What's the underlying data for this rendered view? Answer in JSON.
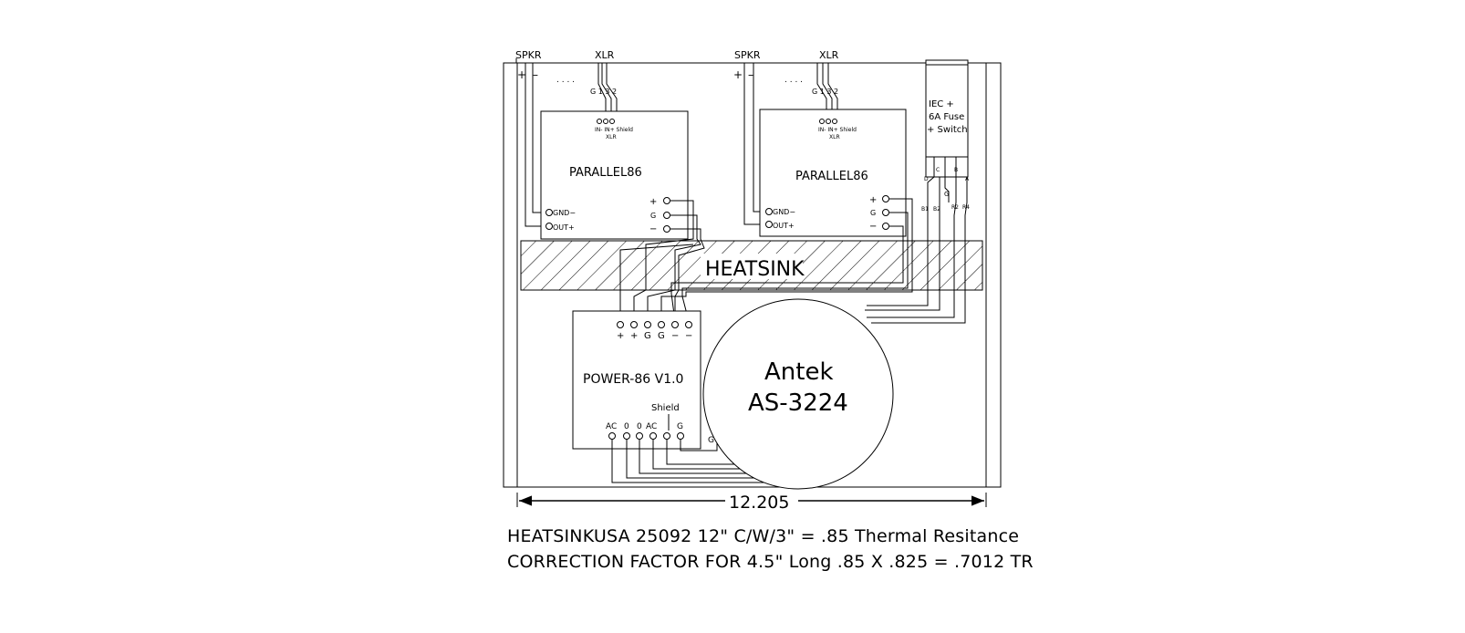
{
  "top_labels": {
    "left_spkr": "SPKR",
    "left_xlr": "XLR",
    "right_spkr": "SPKR",
    "right_xlr": "XLR",
    "plus": "+",
    "minus": "–",
    "xlr_pins": "G  1  3  2",
    "dots": ". . . ."
  },
  "amp_left": {
    "title": "PARALLEL86",
    "xlr_pins_label": "IN- IN+ Shield",
    "xlr_label": "XLR",
    "gnd_label": "GND−",
    "out_label": "OUT+",
    "term_plus": "+",
    "term_g": "G",
    "term_minus": "−"
  },
  "amp_right": {
    "title": "PARALLEL86",
    "xlr_pins_label": "IN- IN+ Shield",
    "xlr_label": "XLR",
    "gnd_label": "GND−",
    "out_label": "OUT+",
    "term_plus": "+",
    "term_g": "G",
    "term_minus": "−"
  },
  "iec": {
    "line1": "IEC +",
    "line2": "6A Fuse",
    "line3": "+ Switch",
    "pins": [
      "D",
      "C",
      "B",
      "A"
    ],
    "g_label": "G",
    "wire_labels": [
      "B1",
      "B2",
      "R2",
      "R4"
    ]
  },
  "heatsink": {
    "label": "HEATSINK"
  },
  "power": {
    "title": "POWER-86 V1.0",
    "top_terms": [
      "+",
      "+",
      "G",
      "G",
      "−",
      "−"
    ],
    "shield_label": "Shield",
    "bottom_terms": [
      "AC",
      "0",
      "0",
      "AC",
      "",
      "G"
    ],
    "g_side": "G"
  },
  "transformer": {
    "line1": "Antek",
    "line2": "AS-3224"
  },
  "dimension": {
    "value": "12.205"
  },
  "notes": {
    "line1": "HEATSINKUSA 25092 12\" C/W/3\" = .85 Thermal Resitance",
    "line2": "CORRECTION FACTOR FOR 4.5\" Long .85 X .825 = .7012 TR"
  }
}
